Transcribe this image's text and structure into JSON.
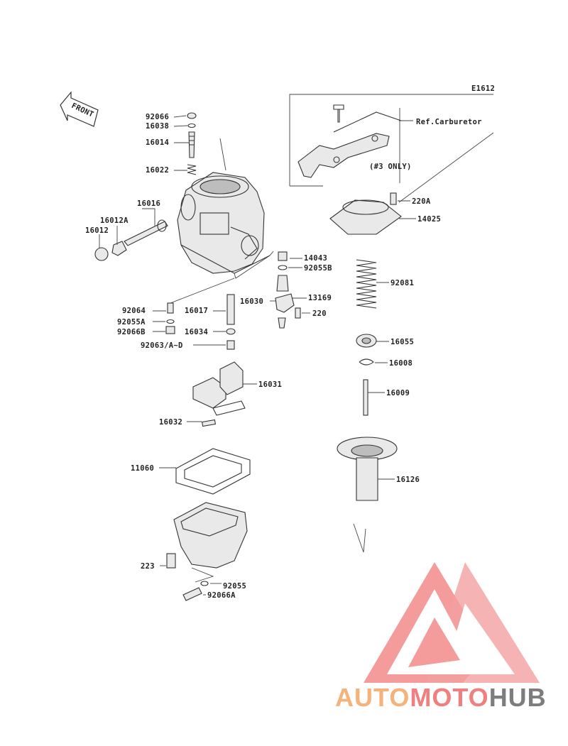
{
  "diagram": {
    "code": "E1612",
    "front_label": "FRONT",
    "ref_label": "Ref.Carburetor",
    "note_label": "(#3 ONLY)",
    "parts": [
      {
        "id": "p92066",
        "label": "92066"
      },
      {
        "id": "p16038",
        "label": "16038"
      },
      {
        "id": "p16014",
        "label": "16014"
      },
      {
        "id": "p16022",
        "label": "16022"
      },
      {
        "id": "p16016",
        "label": "16016"
      },
      {
        "id": "p16012A",
        "label": "16012A"
      },
      {
        "id": "p16012",
        "label": "16012"
      },
      {
        "id": "p14043",
        "label": "14043"
      },
      {
        "id": "p92055B",
        "label": "92055B"
      },
      {
        "id": "p13169",
        "label": "13169"
      },
      {
        "id": "p16030",
        "label": "16030"
      },
      {
        "id": "p220",
        "label": "220"
      },
      {
        "id": "p92064",
        "label": "92064"
      },
      {
        "id": "p16017",
        "label": "16017"
      },
      {
        "id": "p92055A",
        "label": "92055A"
      },
      {
        "id": "p92066B",
        "label": "92066B"
      },
      {
        "id": "p16034",
        "label": "16034"
      },
      {
        "id": "p92063",
        "label": "92063/A~D"
      },
      {
        "id": "p16031",
        "label": "16031"
      },
      {
        "id": "p16032",
        "label": "16032"
      },
      {
        "id": "p11060",
        "label": "11060"
      },
      {
        "id": "p223",
        "label": "223"
      },
      {
        "id": "p92055",
        "label": "92055"
      },
      {
        "id": "p92066A",
        "label": "92066A"
      },
      {
        "id": "p220A",
        "label": "220A"
      },
      {
        "id": "p14025",
        "label": "14025"
      },
      {
        "id": "p92081",
        "label": "92081"
      },
      {
        "id": "p16055",
        "label": "16055"
      },
      {
        "id": "p16008",
        "label": "16008"
      },
      {
        "id": "p16009",
        "label": "16009"
      },
      {
        "id": "p16126",
        "label": "16126"
      }
    ]
  },
  "watermark": {
    "part1": "AUTO",
    "part2": "MOTO",
    "part3": "HUB",
    "color1": "#f5b27a",
    "color2": "#f07f7f",
    "color3": "#7d7d7d"
  }
}
